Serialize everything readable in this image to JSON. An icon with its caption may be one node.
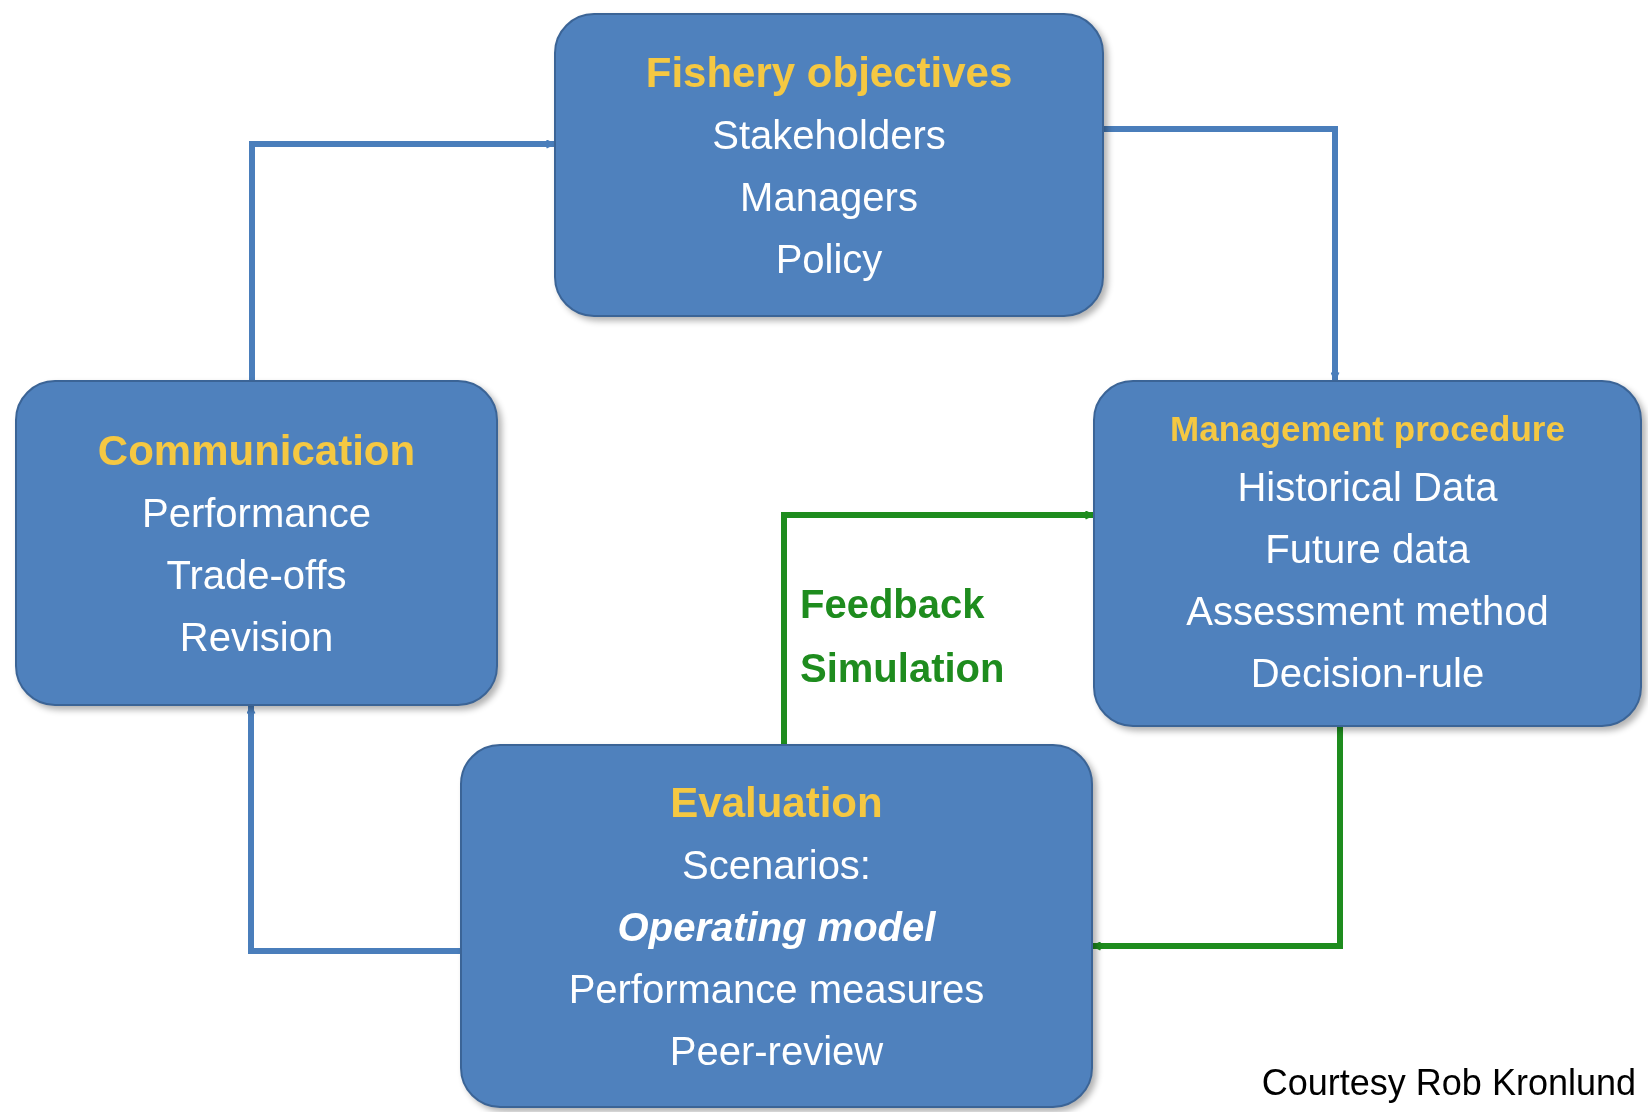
{
  "diagram": {
    "caption": "Courtesy Rob Kronlund",
    "nodes": [
      {
        "text": [
          "Fishery objectives",
          "Stakeholders",
          "Managers",
          "Policy"
        ]
      },
      {
        "text": [
          "Management procedure",
          "Historical Data",
          "Future data",
          "Assessment method",
          "Decision-rule"
        ]
      },
      {
        "text": [
          "Evaluation",
          "Scenarios:",
          "*Operating model*",
          "Performance measures",
          "Peer-review"
        ]
      },
      {
        "text": [
          "Communication",
          "Performance",
          "Trade-offs",
          "Revision"
        ]
      }
    ],
    "edges": [
      {
        "from": 0,
        "to": 1,
        "arrow": "to"
      },
      {
        "from": 1,
        "to": 2,
        "arrow": "to",
        "color": "#1e8c1e"
      },
      {
        "from": 2,
        "to": 1,
        "arrow": "to",
        "color": "#1e8c1e",
        "label": "Feedback Simulation"
      },
      {
        "from": 2,
        "to": 3,
        "arrow": "to"
      },
      {
        "from": 3,
        "to": 0,
        "arrow": "to"
      }
    ]
  }
}
